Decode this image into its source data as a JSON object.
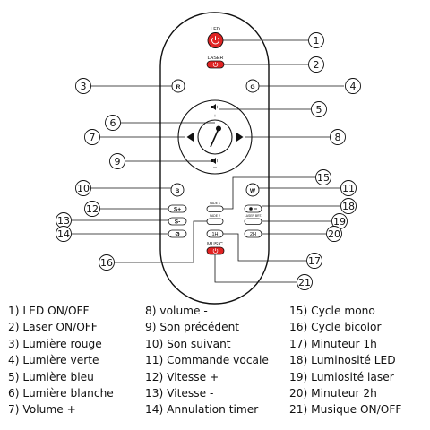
{
  "remote": {
    "led_label": "LED",
    "laser_label": "LASER",
    "buttons": {
      "r": "R",
      "g": "G",
      "b": "B",
      "w": "W",
      "s_plus": "S+",
      "s_minus": "S-",
      "zero": "Ø",
      "h1": "1H",
      "h2": "2H",
      "fade1": "FADE 1",
      "fade2": "FADE 2",
      "led_bright": "LED",
      "laser_bright": "LASER BRT.",
      "music": "MUSIC"
    }
  },
  "callouts": [
    "1",
    "2",
    "3",
    "4",
    "5",
    "6",
    "7",
    "8",
    "9",
    "10",
    "11",
    "12",
    "13",
    "14",
    "15",
    "16",
    "17",
    "18",
    "19",
    "20",
    "21"
  ],
  "legend": {
    "col1": [
      "1) LED ON/OFF",
      "2) Laser ON/OFF",
      "3) Lumière rouge",
      "4) Lumière verte",
      "5) Lumière bleu",
      "6) Lumière blanche",
      "7) Volume +"
    ],
    "col2": [
      "8) volume -",
      "9) Son précédent",
      "10) Son suivant",
      "11) Commande vocale",
      "12) Vitesse +",
      "13) Vitesse -",
      "14) Annulation timer"
    ],
    "col3": [
      "15) Cycle mono",
      "16) Cycle bicolor",
      "17) Minuteur 1h",
      "18) Luminosité LED",
      "19) Lumiosité laser",
      "20) Minuteur 2h",
      "21) Musique ON/OFF"
    ]
  },
  "colors": {
    "red": "#e02222",
    "outline": "#111111"
  }
}
